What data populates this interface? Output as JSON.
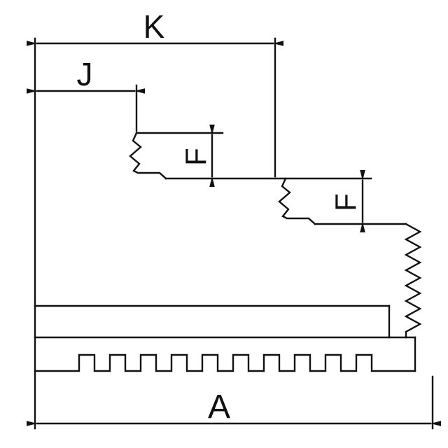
{
  "page": {
    "background": "#ffffff"
  },
  "diagram": {
    "type": "technical-drawing",
    "subject": "stepped-chuck-jaw-cross-section",
    "stroke_color": "#111111",
    "labels": {
      "width_top": "K",
      "width_inner": "J",
      "step_height_1": "F",
      "step_height_2": "F",
      "overall_width": "A"
    }
  }
}
